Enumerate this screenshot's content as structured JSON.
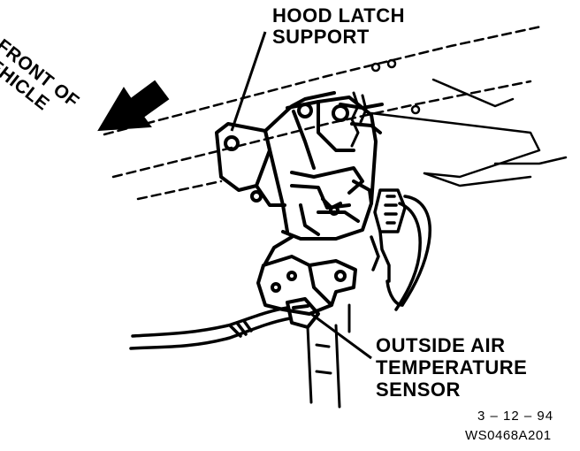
{
  "labels": {
    "front_of_vehicle": [
      "FRONT OF",
      "VEHICLE"
    ],
    "hood_latch_support": [
      "HOOD LATCH",
      "SUPPORT"
    ],
    "outside_air_temperature_sensor": [
      "OUTSIDE AIR",
      "TEMPERATURE",
      "SENSOR"
    ],
    "date": "3 – 12 – 94",
    "figure_code": "WS0468A201"
  },
  "colors": {
    "ink": "#000000",
    "paper": "#ffffff"
  },
  "icons": {
    "direction_arrow": "arrow-down-left-icon"
  }
}
